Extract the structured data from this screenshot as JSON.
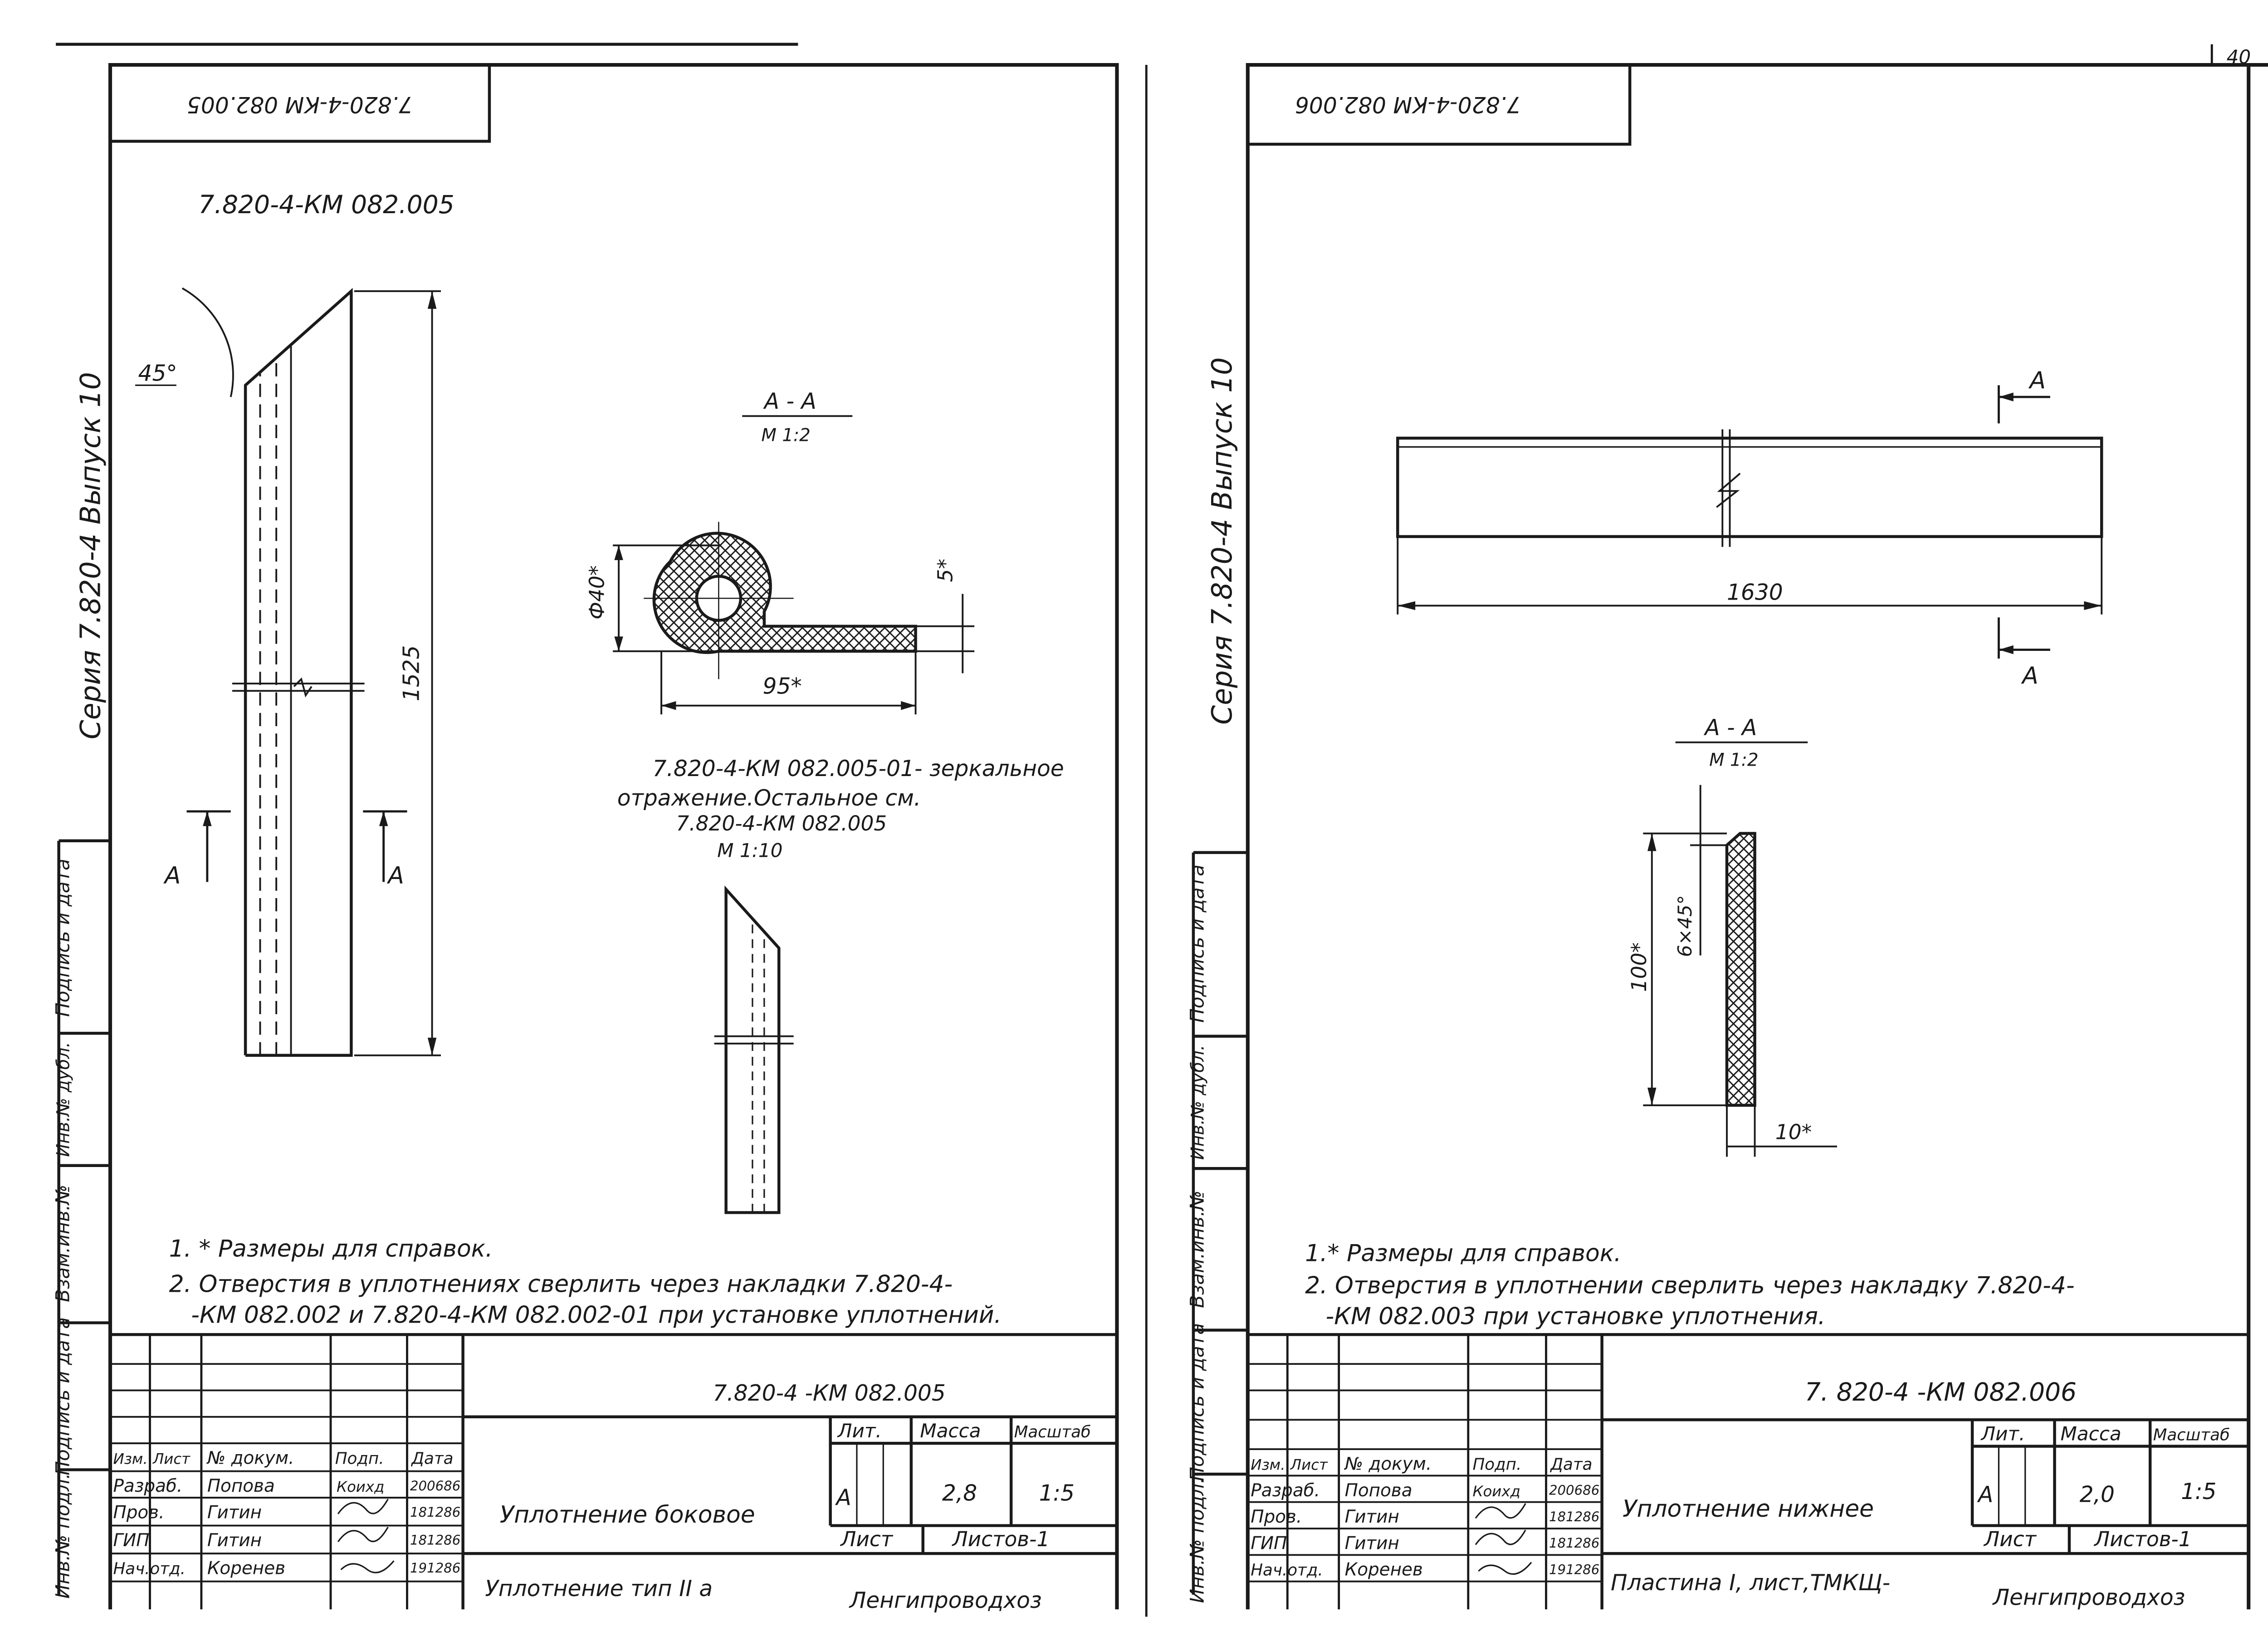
{
  "page_number": "40",
  "left": {
    "stamp": "7.820-4-КМ 082.005",
    "doc_code": "7.820-4-КМ 082.005",
    "series": "Серия 7.820-4 Выпуск 10",
    "angle": "45°",
    "length": "1525",
    "marker": "А",
    "section_title": "А - А",
    "section_scale": "М 1:2",
    "dia": "Ф40*",
    "thk": "5*",
    "width": "95*",
    "mirror_note": {
      "line1": "7.820-4-КМ 082.005-01- зеркальное",
      "line2": "отражение.Остальное см.",
      "line3": "7.820-4-КМ 082.005",
      "line4": "М 1:10"
    },
    "notes": {
      "n1": "1. * Размеры для справок.",
      "n2": "2. Отверстия в уплотнениях сверлить через накладки 7.820-4-",
      "n3": "-КМ 082.002 и 7.820-4-КМ 082.002-01 при установке уплотнений."
    },
    "side_labels": [
      "Подпись и дата",
      "Инв.№ дубл.",
      "Взам.инв.№",
      "Подпись и дата",
      "Инв.№ подл."
    ],
    "title_block": {
      "doc_code": "7.820-4 -КМ 082.005",
      "headers": [
        "Изм.",
        "Лист",
        "№ докум.",
        "Подп.",
        "Дата"
      ],
      "rows": [
        {
          "role": "Разраб.",
          "name": "Попова",
          "date": "200686"
        },
        {
          "role": "Пров.",
          "name": "Гитин",
          "date": "181286"
        },
        {
          "role": "ГИП",
          "name": "Гитин",
          "date": "181286"
        },
        {
          "role": "Нач.отд.",
          "name": "Коренев",
          "date": "191286"
        }
      ],
      "signature": "Коихд",
      "name": "Уплотнение боковое",
      "lit_h": "Лит.",
      "mass_h": "Масса",
      "scale_h": "Масштаб",
      "lit": "А",
      "mass": "2,8",
      "scale": "1:5",
      "sheet_h": "Лист",
      "sheets_h": "Листов-1",
      "material": "Уплотнение тип II а",
      "org": "Ленгипроводхоз"
    }
  },
  "right": {
    "stamp": "7.820-4-КМ 082.006",
    "doc_code": "7.820-4-КМ 082.006",
    "series": "Серия 7.820-4 Выпуск 10",
    "marker": "А",
    "length": "1630",
    "section_title": "А - А",
    "section_scale": "М 1:2",
    "height": "100*",
    "chamfer": "6×45°",
    "thk": "10*",
    "notes": {
      "n1": "1.* Размеры для справок.",
      "n2": "2. Отверстия в уплотнении сверлить через накладку 7.820-4-",
      "n3": "-КМ 082.003 при установке уплотнения."
    },
    "side_labels": [
      "Подпись и дата",
      "Инв.№ дубл.",
      "Взам.инв.№",
      "Подпись и дата",
      "Инв.№ подл."
    ],
    "title_block": {
      "doc_code": "7. 820-4 -КМ 082.006",
      "headers": [
        "Изм.",
        "Лист",
        "№ докум.",
        "Подп.",
        "Дата"
      ],
      "rows": [
        {
          "role": "Разраб.",
          "name": "Попова",
          "date": "200686"
        },
        {
          "role": "Пров.",
          "name": "Гитин",
          "date": "181286"
        },
        {
          "role": "ГИП",
          "name": "Гитин",
          "date": "181286"
        },
        {
          "role": "Нач.отд.",
          "name": "Коренев",
          "date": "191286"
        }
      ],
      "signature": "Коихд",
      "name": "Уплотнение нижнее",
      "lit_h": "Лит.",
      "mass_h": "Масса",
      "scale_h": "Масштаб",
      "lit": "А",
      "mass": "2,0",
      "scale": "1:5",
      "sheet_h": "Лист",
      "sheets_h": "Листов-1",
      "material": "Пластина I, лист,ТМКЩ-",
      "org": "Ленгипроводхоз"
    }
  }
}
